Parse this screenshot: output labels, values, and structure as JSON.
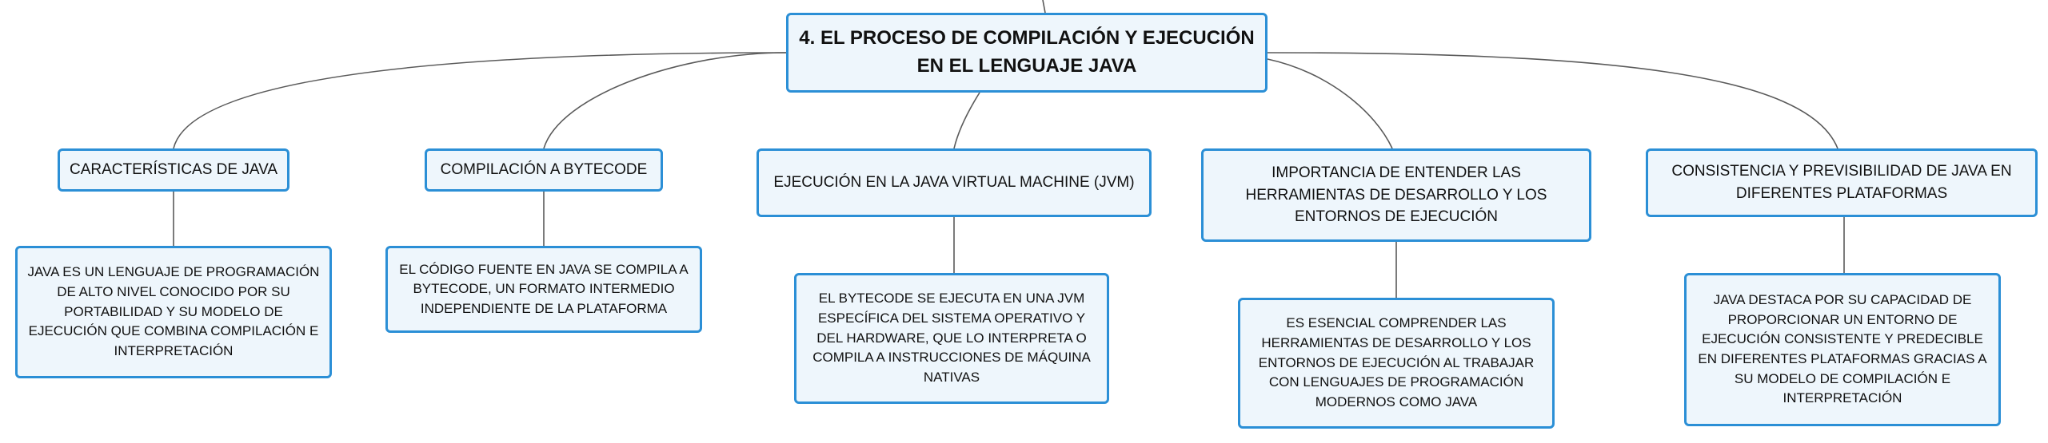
{
  "root": {
    "title": "4. EL PROCESO DE COMPILACIÓN Y EJECUCIÓN EN EL LENGUAJE JAVA"
  },
  "branches": [
    {
      "label": "CARACTERÍSTICAS DE JAVA",
      "detail": "JAVA ES UN LENGUAJE DE PROGRAMACIÓN DE ALTO NIVEL CONOCIDO POR SU PORTABILIDAD Y SU MODELO DE EJECUCIÓN QUE COMBINA COMPILACIÓN E INTERPRETACIÓN"
    },
    {
      "label": "COMPILACIÓN A BYTECODE",
      "detail": "EL CÓDIGO FUENTE EN JAVA SE COMPILA A BYTECODE, UN FORMATO INTERMEDIO INDEPENDIENTE DE LA PLATAFORMA"
    },
    {
      "label": "EJECUCIÓN EN LA JAVA VIRTUAL MACHINE (JVM)",
      "detail": "EL BYTECODE SE EJECUTA EN UNA JVM ESPECÍFICA DEL SISTEMA OPERATIVO Y DEL HARDWARE, QUE LO INTERPRETA O COMPILA A INSTRUCCIONES DE MÁQUINA NATIVAS"
    },
    {
      "label": "IMPORTANCIA DE ENTENDER LAS HERRAMIENTAS DE DESARROLLO Y LOS ENTORNOS DE EJECUCIÓN",
      "detail": "ES ESENCIAL COMPRENDER LAS HERRAMIENTAS DE DESARROLLO Y LOS ENTORNOS DE EJECUCIÓN AL TRABAJAR CON LENGUAJES DE PROGRAMACIÓN MODERNOS COMO JAVA"
    },
    {
      "label": "CONSISTENCIA Y PREVISIBILIDAD DE JAVA EN DIFERENTES PLATAFORMAS",
      "detail": "JAVA DESTACA POR SU CAPACIDAD DE PROPORCIONAR UN ENTORNO DE EJECUCIÓN CONSISTENTE Y PREDECIBLE EN DIFERENTES PLATAFORMAS GRACIAS A SU MODELO DE COMPILACIÓN E INTERPRETACIÓN"
    }
  ]
}
